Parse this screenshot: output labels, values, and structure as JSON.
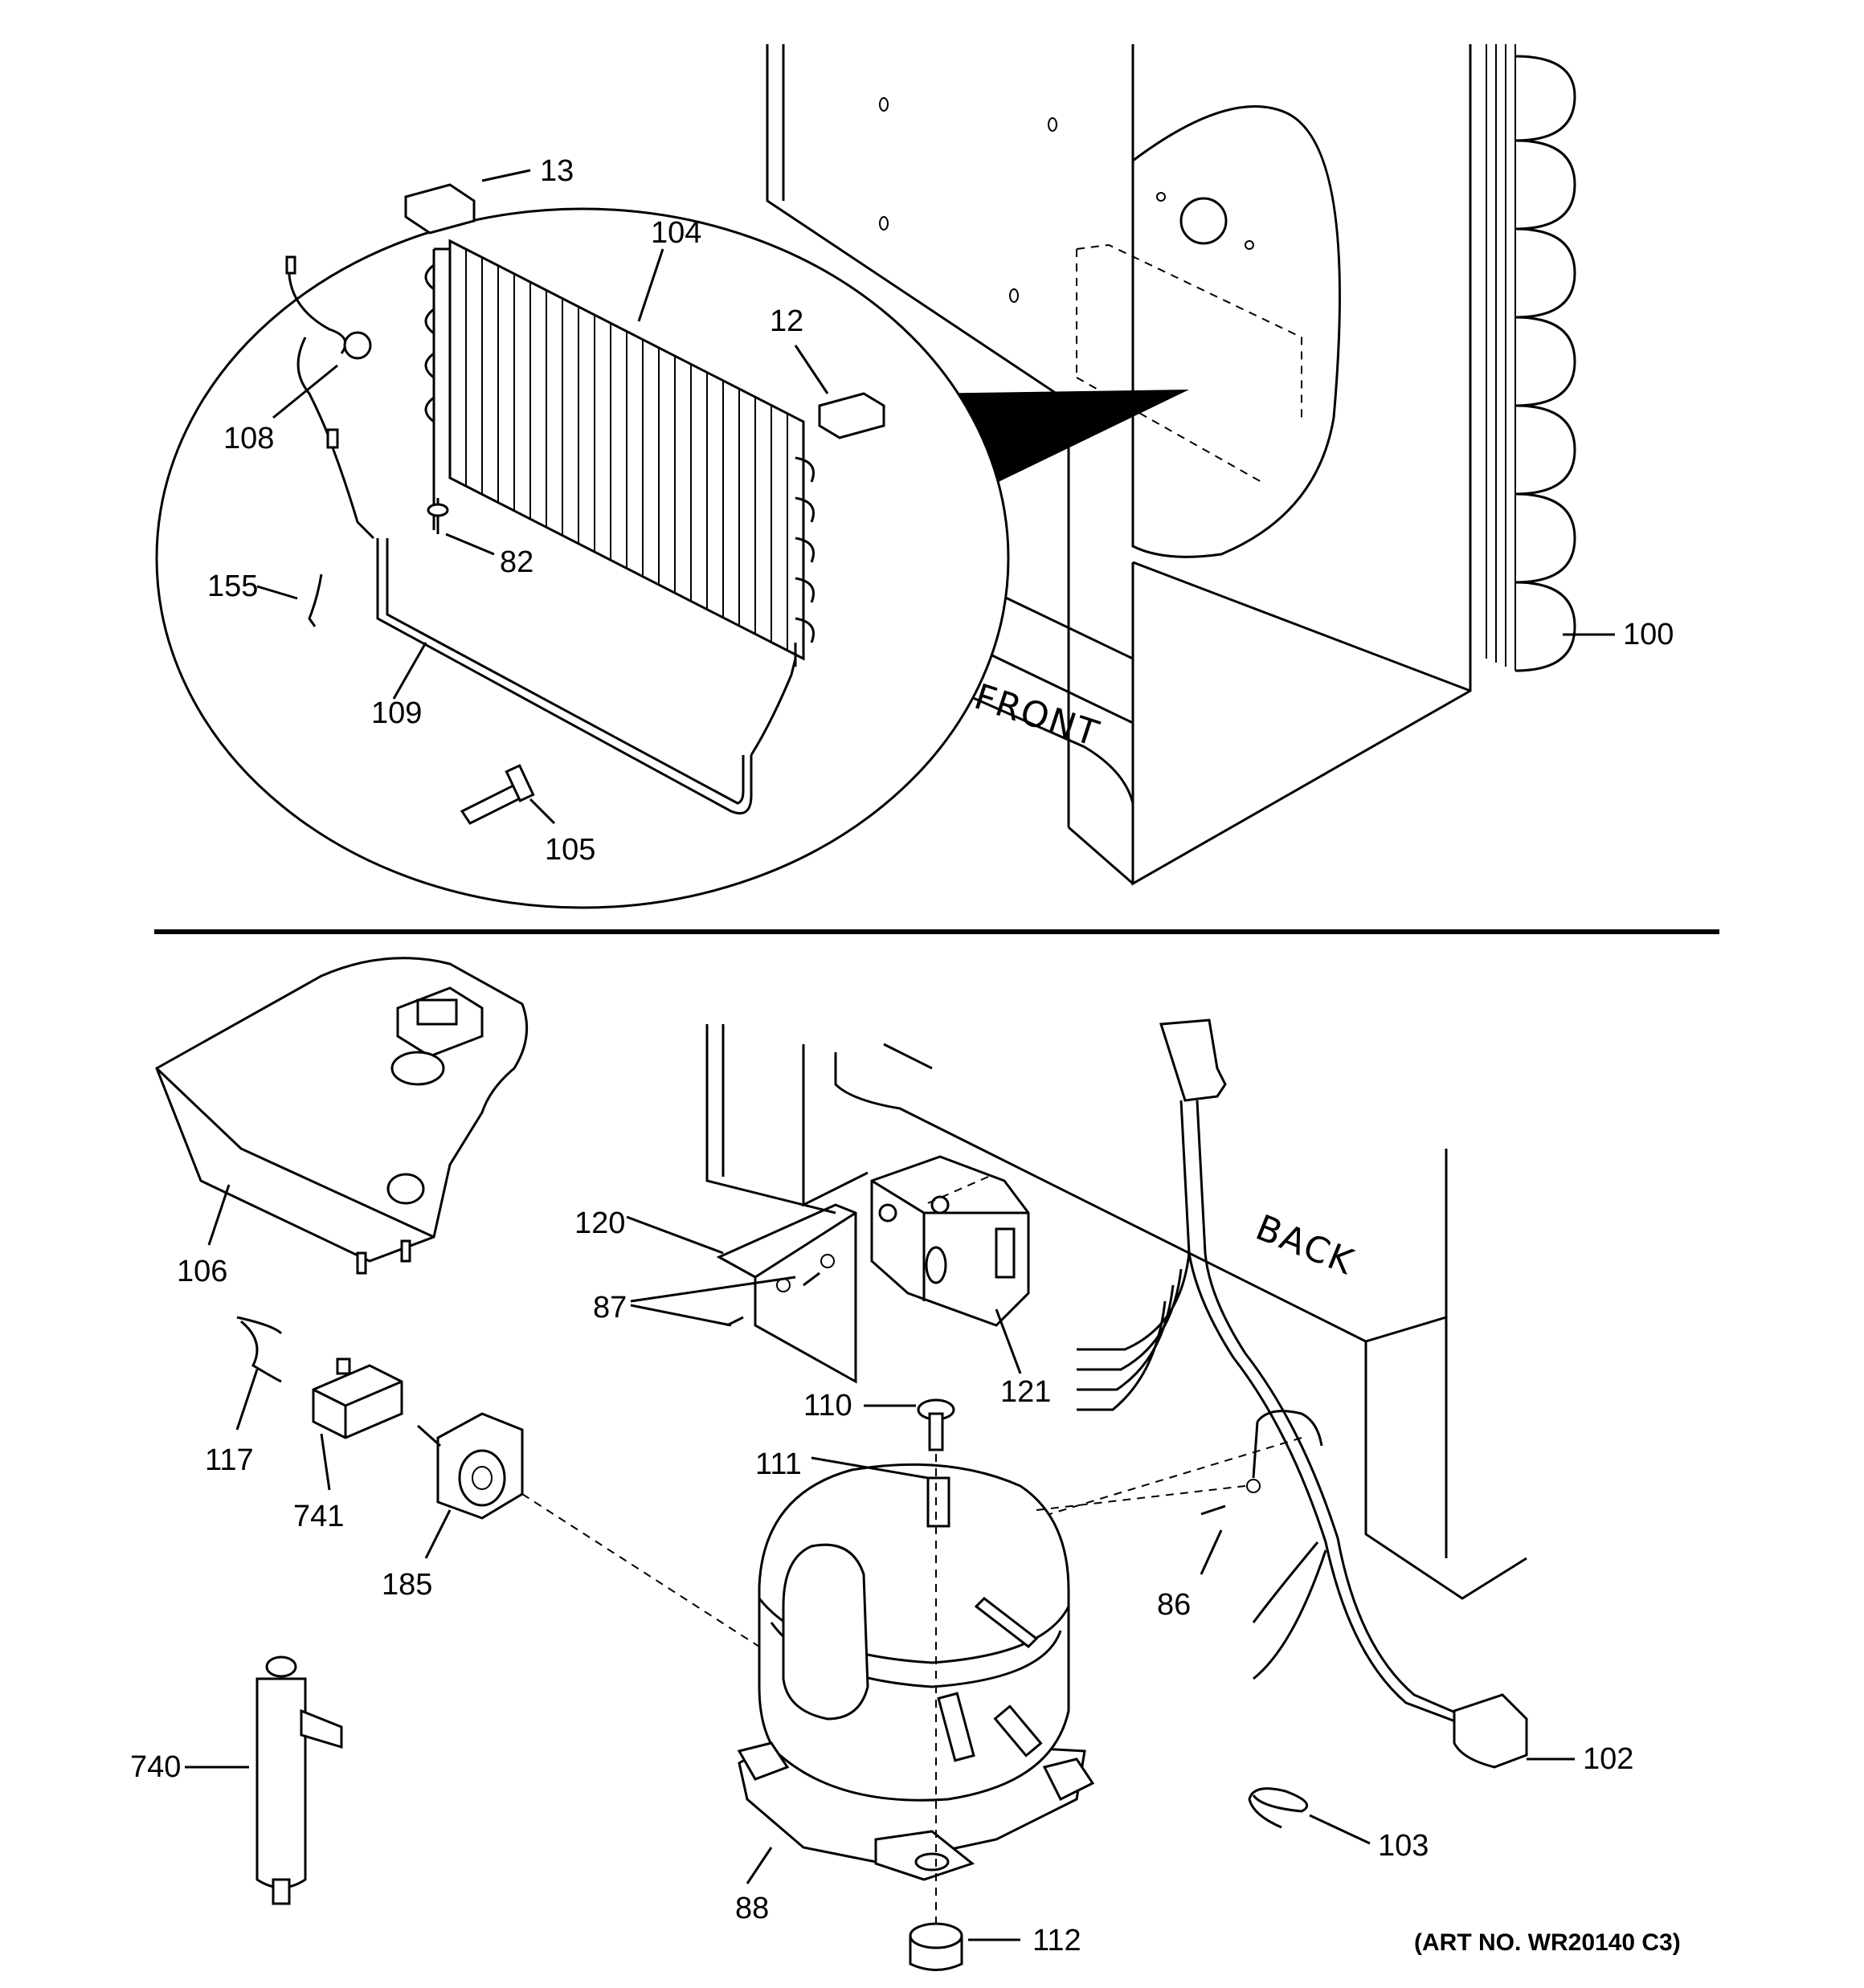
{
  "labels": {
    "p13": "13",
    "p104": "104",
    "p12": "12",
    "p108": "108",
    "p82": "82",
    "p155": "155",
    "p109": "109",
    "p105": "105",
    "p100": "100",
    "p106": "106",
    "p120": "120",
    "p87": "87",
    "p121": "121",
    "p117": "117",
    "p110": "110",
    "p741": "741",
    "p111": "111",
    "p185": "185",
    "p86": "86",
    "p740": "740",
    "p102": "102",
    "p88": "88",
    "p103": "103",
    "p112": "112"
  },
  "text": {
    "front": "FRONT",
    "back": "BACK",
    "art_no": "(ART NO. WR20140 C3)"
  }
}
